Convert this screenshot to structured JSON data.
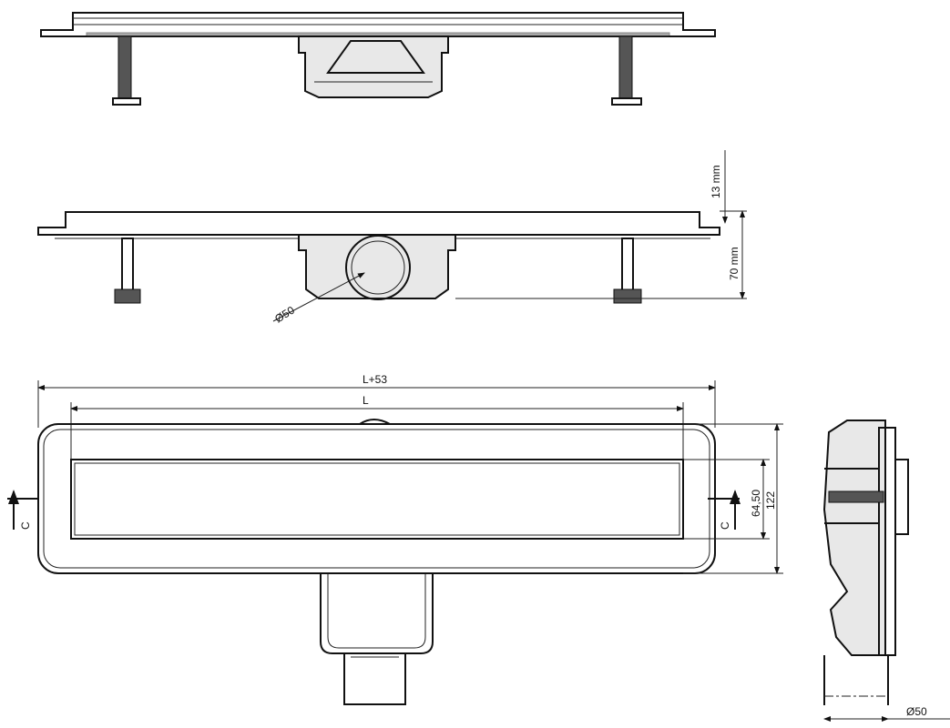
{
  "title": "Linear shower drain technical drawing",
  "dimensions": {
    "grate_height": "13 mm",
    "body_height": "70 mm",
    "outlet_diameter_front": "Ø50",
    "overall_length": "L+53",
    "grate_length": "L",
    "grate_width": "64,50",
    "overall_width": "122",
    "outlet_diameter_side": "Ø50"
  },
  "section_markers": {
    "left": "C",
    "right": "C"
  }
}
